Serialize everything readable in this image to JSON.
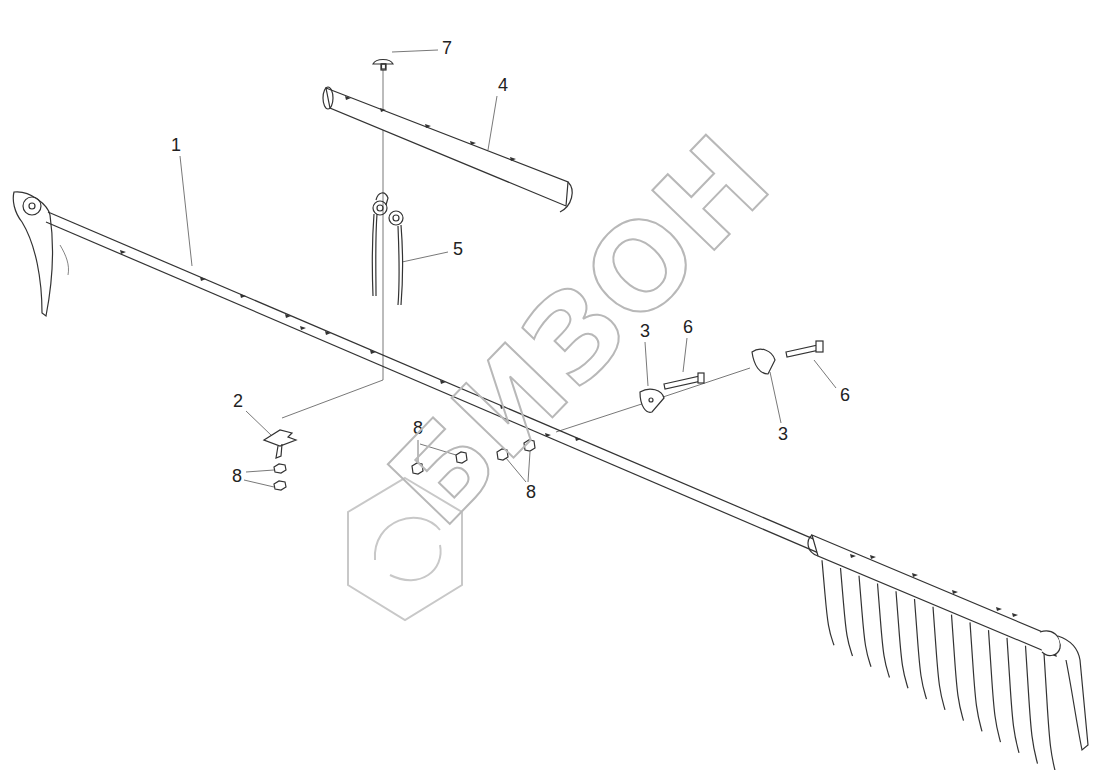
{
  "diagram": {
    "labels": [
      "7",
      "4",
      "1",
      "5",
      "3",
      "6",
      "6",
      "2",
      "3",
      "8",
      "8",
      "8",
      "БИЗОН"
    ]
  }
}
